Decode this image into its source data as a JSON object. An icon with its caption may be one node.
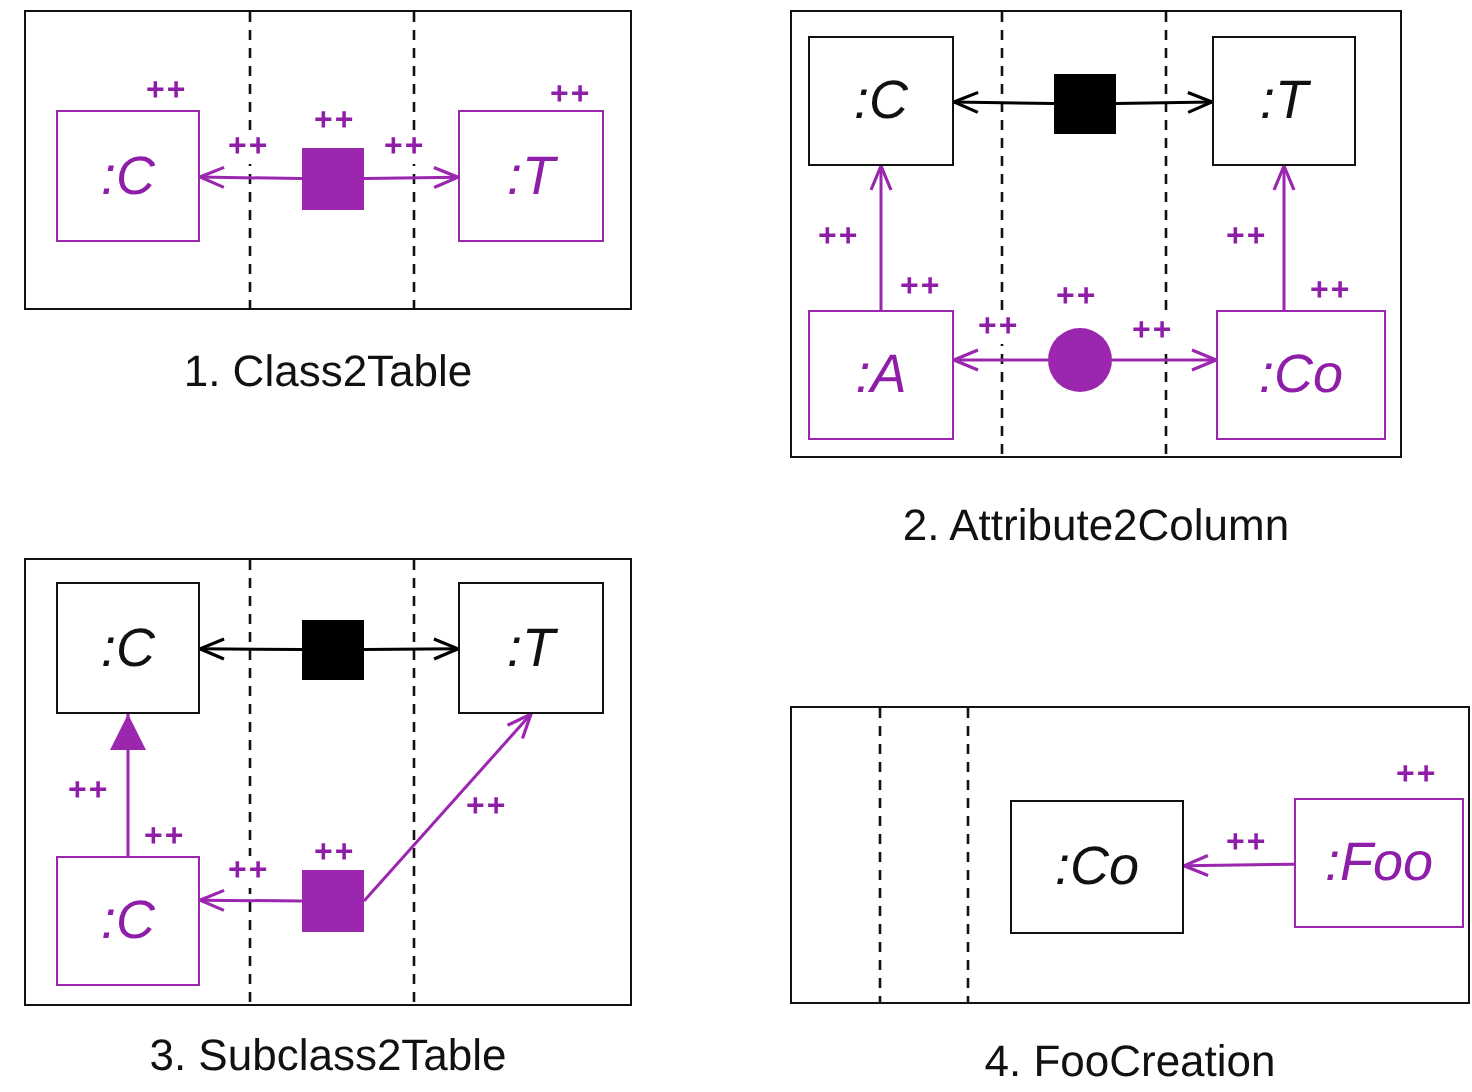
{
  "diagram": {
    "nodes": [
      {
        "text": [
          "1. Class2Table"
        ]
      },
      {
        "text": [
          ":C"
        ],
        "in": 0,
        "beside": [
          "++"
        ]
      },
      {
        "text": [],
        "shape": "box",
        "in": 0,
        "beside": [
          "++"
        ]
      },
      {
        "text": [
          ":T"
        ],
        "in": 0,
        "beside": [
          "++"
        ]
      },
      {
        "text": [
          "2. Attribute2Column"
        ]
      },
      {
        "text": [
          ":C"
        ],
        "in": 4
      },
      {
        "text": [],
        "shape": "box",
        "in": 4
      },
      {
        "text": [
          ":T"
        ],
        "in": 4
      },
      {
        "text": [
          ":A"
        ],
        "in": 4,
        "beside": [
          "++"
        ]
      },
      {
        "text": [],
        "shape": "circle",
        "in": 4,
        "beside": [
          "++"
        ]
      },
      {
        "text": [
          ":Co"
        ],
        "in": 4,
        "beside": [
          "++"
        ]
      },
      {
        "text": [
          "3. Subclass2Table"
        ]
      },
      {
        "text": [
          ":C"
        ],
        "in": 11
      },
      {
        "text": [],
        "shape": "box",
        "in": 11
      },
      {
        "text": [
          ":T"
        ],
        "in": 11
      },
      {
        "text": [
          ":C"
        ],
        "in": 11,
        "beside": [
          "++"
        ]
      },
      {
        "text": [],
        "shape": "box",
        "in": 11,
        "beside": [
          "++"
        ]
      },
      {
        "text": [
          "4. FooCreation"
        ]
      },
      {
        "text": [
          ":Co"
        ],
        "in": 17
      },
      {
        "text": [
          ":Foo"
        ],
        "in": 17,
        "beside": [
          "++"
        ]
      }
    ],
    "edges": [
      {
        "from": 2,
        "to": 1,
        "arrow": "to",
        "label": "++"
      },
      {
        "from": 2,
        "to": 3,
        "arrow": "to",
        "label": "++"
      },
      {
        "from": 6,
        "to": 5,
        "arrow": "to",
        "color": "#000000"
      },
      {
        "from": 6,
        "to": 7,
        "arrow": "to",
        "color": "#000000"
      },
      {
        "from": 8,
        "to": 5,
        "arrow": "to",
        "label": "++"
      },
      {
        "from": 10,
        "to": 7,
        "arrow": "to",
        "label": "++"
      },
      {
        "from": 9,
        "to": 8,
        "arrow": "to",
        "label": "++"
      },
      {
        "from": 9,
        "to": 10,
        "arrow": "to",
        "label": "++"
      },
      {
        "from": 13,
        "to": 12,
        "arrow": "to",
        "color": "#000000"
      },
      {
        "from": 13,
        "to": 14,
        "arrow": "to",
        "color": "#000000"
      },
      {
        "from": 15,
        "to": 12,
        "arrow": "to",
        "label": "++"
      },
      {
        "from": 16,
        "to": 15,
        "arrow": "to",
        "label": "++"
      },
      {
        "from": 16,
        "to": 14,
        "arrow": "to",
        "label": "++"
      },
      {
        "from": 19,
        "to": 18,
        "arrow": "to",
        "label": "++"
      }
    ]
  }
}
